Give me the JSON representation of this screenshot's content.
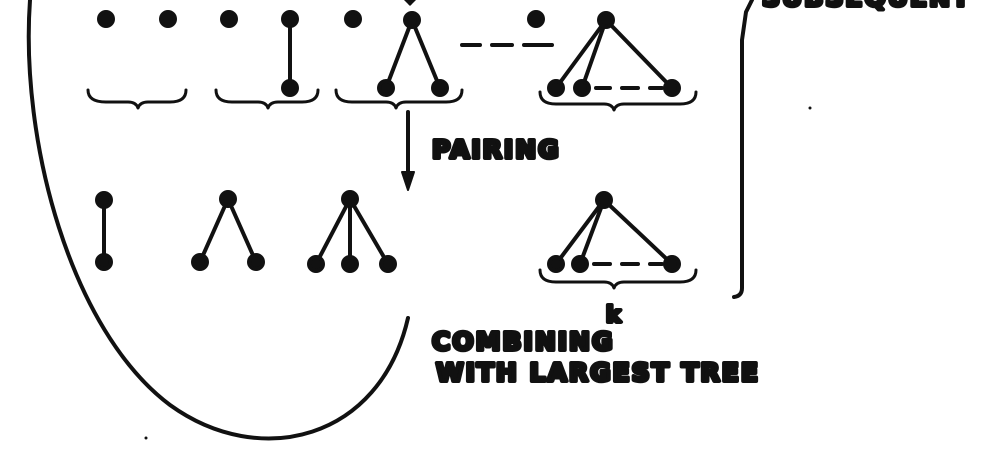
{
  "diagram": {
    "labels": {
      "top_right_fragment": "SUBSEQUENT",
      "pairing": "PAIRING",
      "combining_line1": "COMBINING",
      "combining_line2": "WITH LARGEST TREE",
      "k": "k"
    },
    "colors": {
      "ink": "#111111",
      "background": "#ffffff"
    }
  }
}
